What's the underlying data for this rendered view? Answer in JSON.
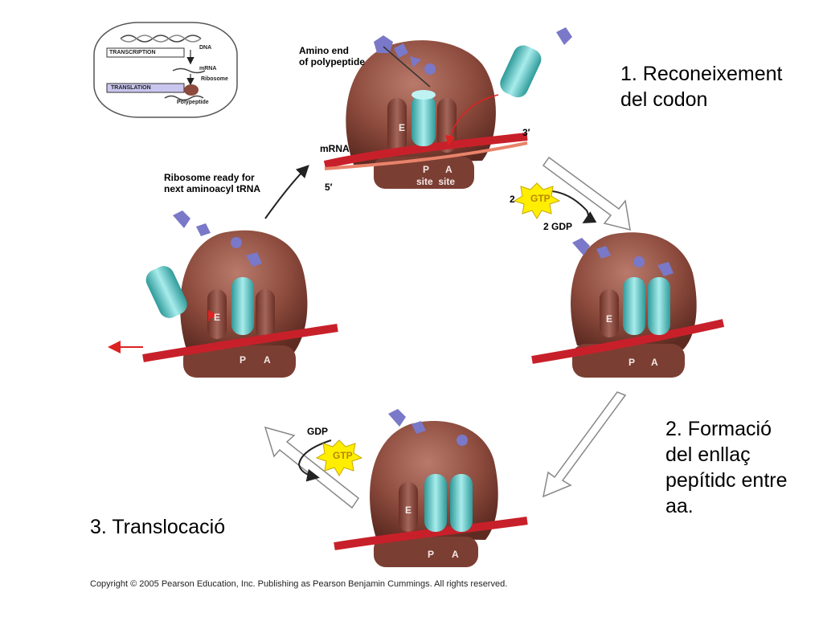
{
  "inset": {
    "dna": "DNA",
    "transcription": "TRANSCRIPTION",
    "mrna": "mRNA",
    "ribosome": "Ribosome",
    "translation": "TRANSLATION",
    "polypeptide": "Polypeptide"
  },
  "top": {
    "amino_end": "Amino end\nof polypeptide",
    "mrna": "mRNA",
    "three_prime": "3′",
    "five_prime": "5′",
    "site_e": "E",
    "site_p": "P",
    "site_a": "A",
    "site_words": "site  site"
  },
  "step1": {
    "title": "1. Reconeixement\ndel codon"
  },
  "step2": {
    "title": "2. Formació\ndel enllaç\npepítidc entre\naa."
  },
  "step3": {
    "title": "3. Translocació"
  },
  "gtp_top": {
    "count": "2",
    "gtp": "GTP",
    "gdp": "2 GDP"
  },
  "gtp_bottom": {
    "gdp": "GDP",
    "gtp": "GTP"
  },
  "ribosome_ready": "Ribosome ready for\nnext aminoacyl tRNA",
  "right": {
    "site_e": "E",
    "site_p": "P",
    "site_a": "A"
  },
  "bottom": {
    "site_e": "E",
    "site_p": "P",
    "site_a": "A"
  },
  "left": {
    "site_e": "E",
    "site_p": "P",
    "site_a": "A"
  },
  "copyright": "Copyright © 2005 Pearson Education, Inc. Publishing as Pearson Benjamin Cummings. All rights reserved.",
  "colors": {
    "ribosome": "#8b4a3c",
    "trna": "#5fc4c4",
    "mrna": "#c8202a",
    "amino": "#7a78c8",
    "gtp": "#ffee00"
  }
}
